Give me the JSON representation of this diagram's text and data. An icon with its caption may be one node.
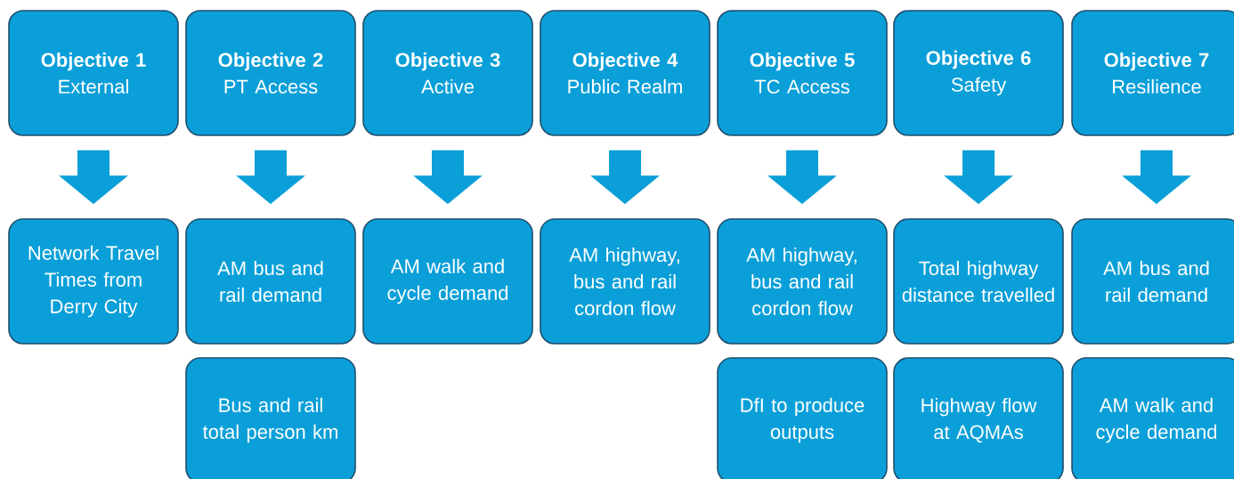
{
  "diagram": {
    "nodes": [
      {
        "text": [
          "Objective 1",
          "External"
        ]
      },
      {
        "text": [
          "Objective 2",
          "PT Access"
        ]
      },
      {
        "text": [
          "Objective 3",
          "Active"
        ]
      },
      {
        "text": [
          "Objective 4",
          "Public Realm"
        ]
      },
      {
        "text": [
          "Objective 5",
          "TC Access"
        ]
      },
      {
        "text": [
          "Objective 6",
          "Safety"
        ]
      },
      {
        "text": [
          "Objective 7",
          "Resilience"
        ]
      },
      {
        "text": [
          "Network Travel Times from Derry City"
        ]
      },
      {
        "text": [
          "AM bus and rail demand"
        ]
      },
      {
        "text": [
          "AM walk and cycle demand"
        ]
      },
      {
        "text": [
          "AM highway, bus and rail cordon flow"
        ]
      },
      {
        "text": [
          "AM highway, bus and rail cordon flow"
        ]
      },
      {
        "text": [
          "Total highway distance travelled"
        ]
      },
      {
        "text": [
          "AM bus and rail demand"
        ]
      },
      {
        "text": [
          "Bus and rail total person km"
        ]
      },
      {
        "text": [
          "DfI to produce outputs"
        ]
      },
      {
        "text": [
          "Highway flow at AQMAs"
        ]
      },
      {
        "text": [
          "AM walk and cycle demand"
        ]
      }
    ],
    "edges": [
      {
        "from": 0,
        "to": 7,
        "arrow": "to"
      },
      {
        "from": 1,
        "to": 8,
        "arrow": "to"
      },
      {
        "from": 2,
        "to": 9,
        "arrow": "to"
      },
      {
        "from": 3,
        "to": 10,
        "arrow": "to"
      },
      {
        "from": 4,
        "to": 11,
        "arrow": "to"
      },
      {
        "from": 5,
        "to": 12,
        "arrow": "to"
      },
      {
        "from": 6,
        "to": 13,
        "arrow": "to"
      }
    ]
  }
}
